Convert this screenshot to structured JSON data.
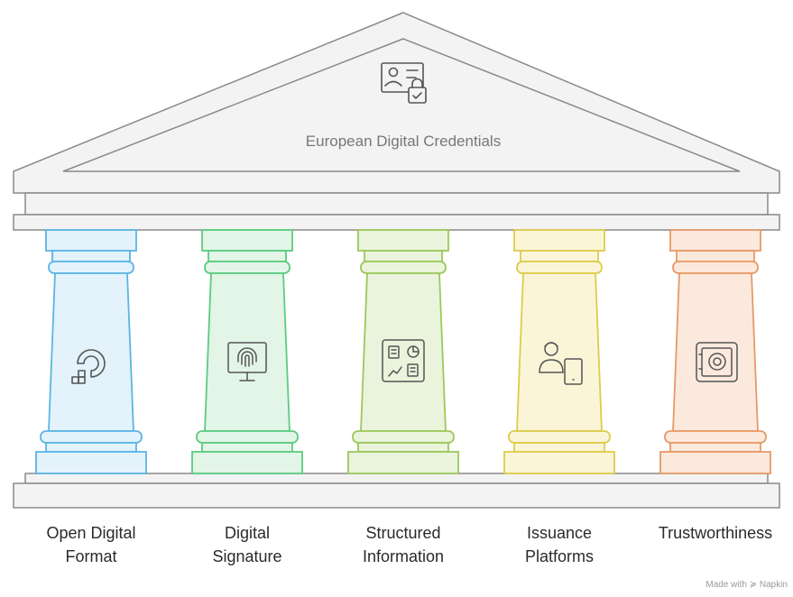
{
  "title": "European Digital Credentials",
  "pillars": [
    {
      "line1": "Open Digital",
      "line2": "Format",
      "icon": "digitalocean-icon",
      "fill": "#e3f2fb",
      "stroke": "#5bb5e5"
    },
    {
      "line1": "Digital",
      "line2": "Signature",
      "icon": "fingerprint-monitor-icon",
      "fill": "#e2f5e7",
      "stroke": "#5ccb80"
    },
    {
      "line1": "Structured",
      "line2": "Information",
      "icon": "dashboard-widgets-icon",
      "fill": "#eaf4dc",
      "stroke": "#9cc85a"
    },
    {
      "line1": "Issuance",
      "line2": "Platforms",
      "icon": "user-device-icon",
      "fill": "#fbf5d8",
      "stroke": "#dccc4a"
    },
    {
      "line1": "Trustworthiness",
      "line2": "",
      "icon": "safe-vault-icon",
      "fill": "#fbe9de",
      "stroke": "#e79a66"
    }
  ],
  "pediment_icon": "id-card-lock-icon",
  "colors": {
    "stone_fill": "#f3f3f3",
    "stone_stroke": "#8a8a8a",
    "icon_stroke": "#555555"
  },
  "watermark": "Made with ≽ Napkin"
}
